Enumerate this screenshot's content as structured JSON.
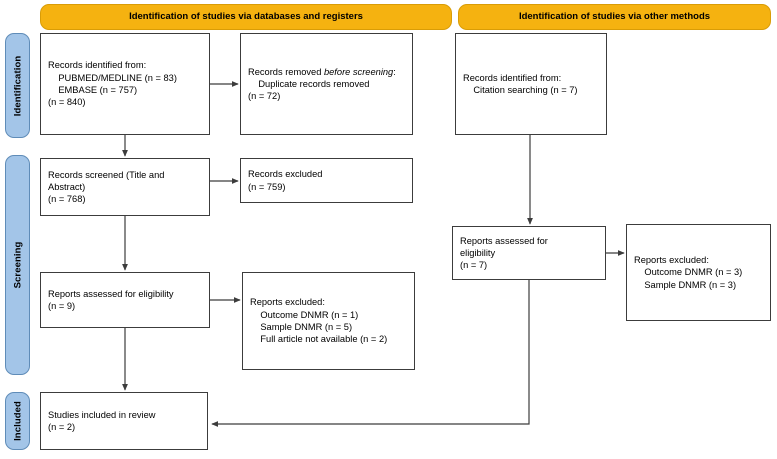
{
  "diagram": {
    "title": "PRISMA 2020 flow diagram",
    "type": "flowchart",
    "colors": {
      "header_fill": "#F5B210",
      "stage_fill": "#A3C5E8",
      "box_border": "#3c3c3c",
      "connector": "#3c3c3c",
      "background": "#FFFFFF"
    }
  },
  "headers": [
    {
      "id": "header-databases",
      "label": "Identification of studies via databases and registers"
    },
    {
      "id": "header-other",
      "label": "Identification of studies via other methods"
    }
  ],
  "stages": [
    {
      "id": "stage-identification",
      "label": "Identification"
    },
    {
      "id": "stage-screening",
      "label": "Screening"
    },
    {
      "id": "stage-included",
      "label": "Included"
    }
  ],
  "boxes": {
    "records_identified": {
      "id": "box-records-identified",
      "lines": [
        "Records identified from:",
        "    PUBMED/MEDLINE (n = 83)",
        "    EMBASE (n = 757)",
        "(n = 840)"
      ],
      "text": "Records identified from:\n    PUBMED/MEDLINE (n = 83)\n    EMBASE (n = 757)\n(n = 840)"
    },
    "records_removed": {
      "id": "box-records-removed",
      "lines": [
        "Records removed before screening:",
        "    Duplicate records removed",
        "(n = 72)"
      ],
      "text_prefix": "Records removed ",
      "text_italic": "before screening",
      "text_suffix": ":\n    Duplicate records removed\n(n = 72)"
    },
    "records_screened": {
      "id": "box-records-screened",
      "lines": [
        "Records screened (Title and",
        "Abstract)",
        "(n = 768)"
      ],
      "text": "Records screened (Title and\nAbstract)\n(n = 768)"
    },
    "records_excluded": {
      "id": "box-records-excluded",
      "lines": [
        "Records excluded",
        "(n = 759)"
      ],
      "text": "Records excluded\n(n = 759)"
    },
    "reports_assessed_db": {
      "id": "box-reports-assessed-databases",
      "lines": [
        "Reports assessed for eligibility",
        "(n = 9)"
      ],
      "text": "Reports assessed for eligibility\n(n = 9)"
    },
    "reports_excluded_db": {
      "id": "box-reports-excluded-databases",
      "lines": [
        "Reports excluded:",
        "    Outcome DNMR (n = 1)",
        "    Sample DNMR (n = 5)",
        "    Full article not available (n = 2)"
      ],
      "text": "Reports excluded:\n    Outcome DNMR (n = 1)\n    Sample DNMR (n = 5)\n    Full article not available (n = 2)"
    },
    "studies_included": {
      "id": "box-studies-included",
      "lines": [
        "Studies included in review",
        "(n = 2)"
      ],
      "text": "Studies included in review\n(n = 2)"
    },
    "records_identified_other": {
      "id": "box-records-identified-other",
      "lines": [
        "Records identified from:",
        "    Citation searching (n = 7)"
      ],
      "text": "Records identified from:\n    Citation searching (n = 7)"
    },
    "reports_assessed_other": {
      "id": "box-reports-assessed-other",
      "lines": [
        "Reports assessed for",
        "eligibility",
        "(n = 7)"
      ],
      "text": "Reports assessed for\neligibility\n(n = 7)"
    },
    "reports_excluded_other": {
      "id": "box-reports-excluded-other",
      "lines": [
        "Reports excluded:",
        "    Outcome DNMR (n = 3)",
        "    Sample DNMR (n = 3)"
      ],
      "text": "Reports excluded:\n    Outcome DNMR (n = 3)\n    Sample DNMR (n = 3)"
    }
  },
  "counts": {
    "pubmed_medline": 83,
    "embase": 757,
    "total_identified_databases": 840,
    "duplicates_removed": 72,
    "records_screened": 768,
    "records_excluded": 759,
    "reports_assessed_databases": 9,
    "excluded_outcome_dnmr_databases": 1,
    "excluded_sample_dnmr_databases": 5,
    "excluded_full_article_unavailable": 2,
    "citation_searching": 7,
    "reports_assessed_other": 7,
    "excluded_outcome_dnmr_other": 3,
    "excluded_sample_dnmr_other": 3,
    "studies_included": 2
  }
}
